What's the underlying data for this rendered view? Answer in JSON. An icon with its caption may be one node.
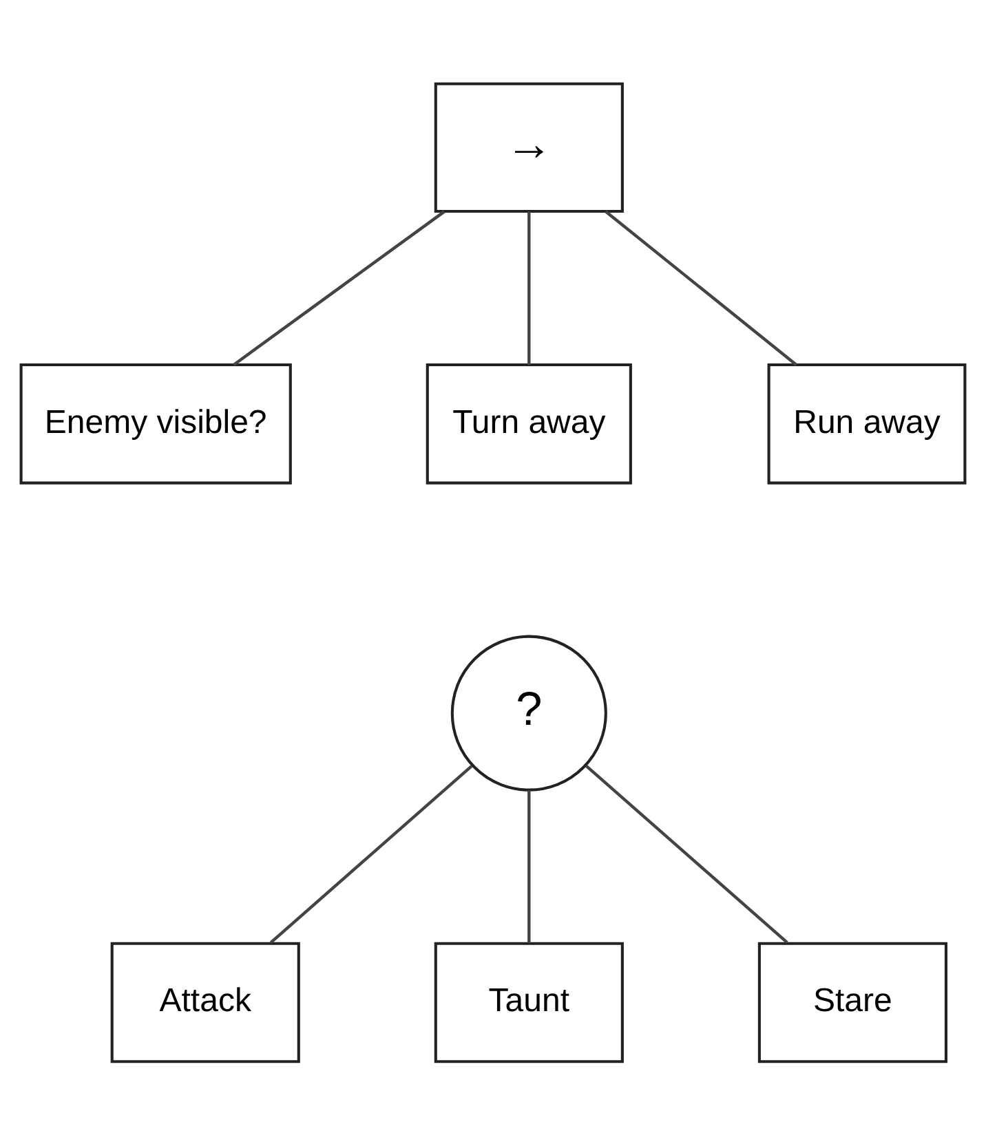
{
  "diagram": {
    "nodes": [
      {
        "text": [
          "→"
        ]
      },
      {
        "text": [
          "Enemy visible?"
        ]
      },
      {
        "text": [
          "Turn away"
        ]
      },
      {
        "text": [
          "Run away"
        ]
      },
      {
        "text": [
          "?"
        ]
      },
      {
        "text": [
          "Attack"
        ]
      },
      {
        "text": [
          "Taunt"
        ]
      },
      {
        "text": [
          "Stare"
        ]
      }
    ],
    "edges": [
      {
        "from": 0,
        "to": 1,
        "arrow": "none"
      },
      {
        "from": 0,
        "to": 2,
        "arrow": "none"
      },
      {
        "from": 0,
        "to": 3,
        "arrow": "none"
      },
      {
        "from": 4,
        "to": 5,
        "arrow": "none"
      },
      {
        "from": 4,
        "to": 6,
        "arrow": "none"
      },
      {
        "from": 4,
        "to": 7,
        "arrow": "none"
      }
    ]
  }
}
